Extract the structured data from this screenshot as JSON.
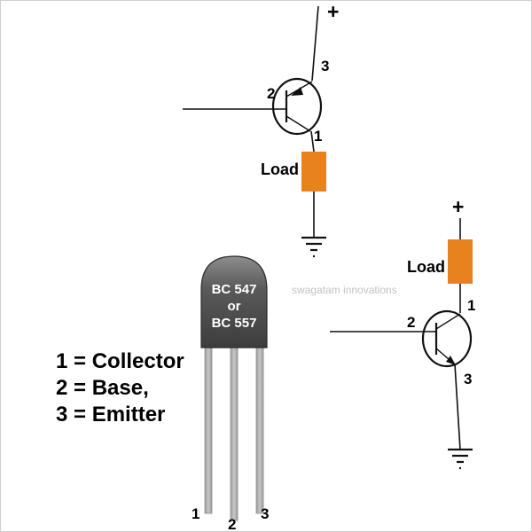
{
  "legend": {
    "collector": "1 = Collector",
    "base": "2 = Base,",
    "emitter": "3 = Emitter"
  },
  "watermark": "swagatam innovations",
  "transistor_package": {
    "label_line1": "BC 547",
    "label_line2": "or",
    "label_line3": "BC 557",
    "pin1": "1",
    "pin2": "2",
    "pin3": "3"
  },
  "top_circuit": {
    "supply": "+",
    "pin3": "3",
    "pin2": "2",
    "pin1": "1",
    "load_label": "Load"
  },
  "right_circuit": {
    "supply": "+",
    "pin1": "1",
    "pin2": "2",
    "pin3": "3",
    "load_label": "Load"
  },
  "colors": {
    "load_orange": "#E8821E",
    "transistor_fill": "#B9B1D8",
    "package_gray_top": "#8d8d8d",
    "package_gray_bottom": "#3d3d3d",
    "leg_gray": "#b5b5b5",
    "watermark_gray": "#c2c2c2"
  }
}
